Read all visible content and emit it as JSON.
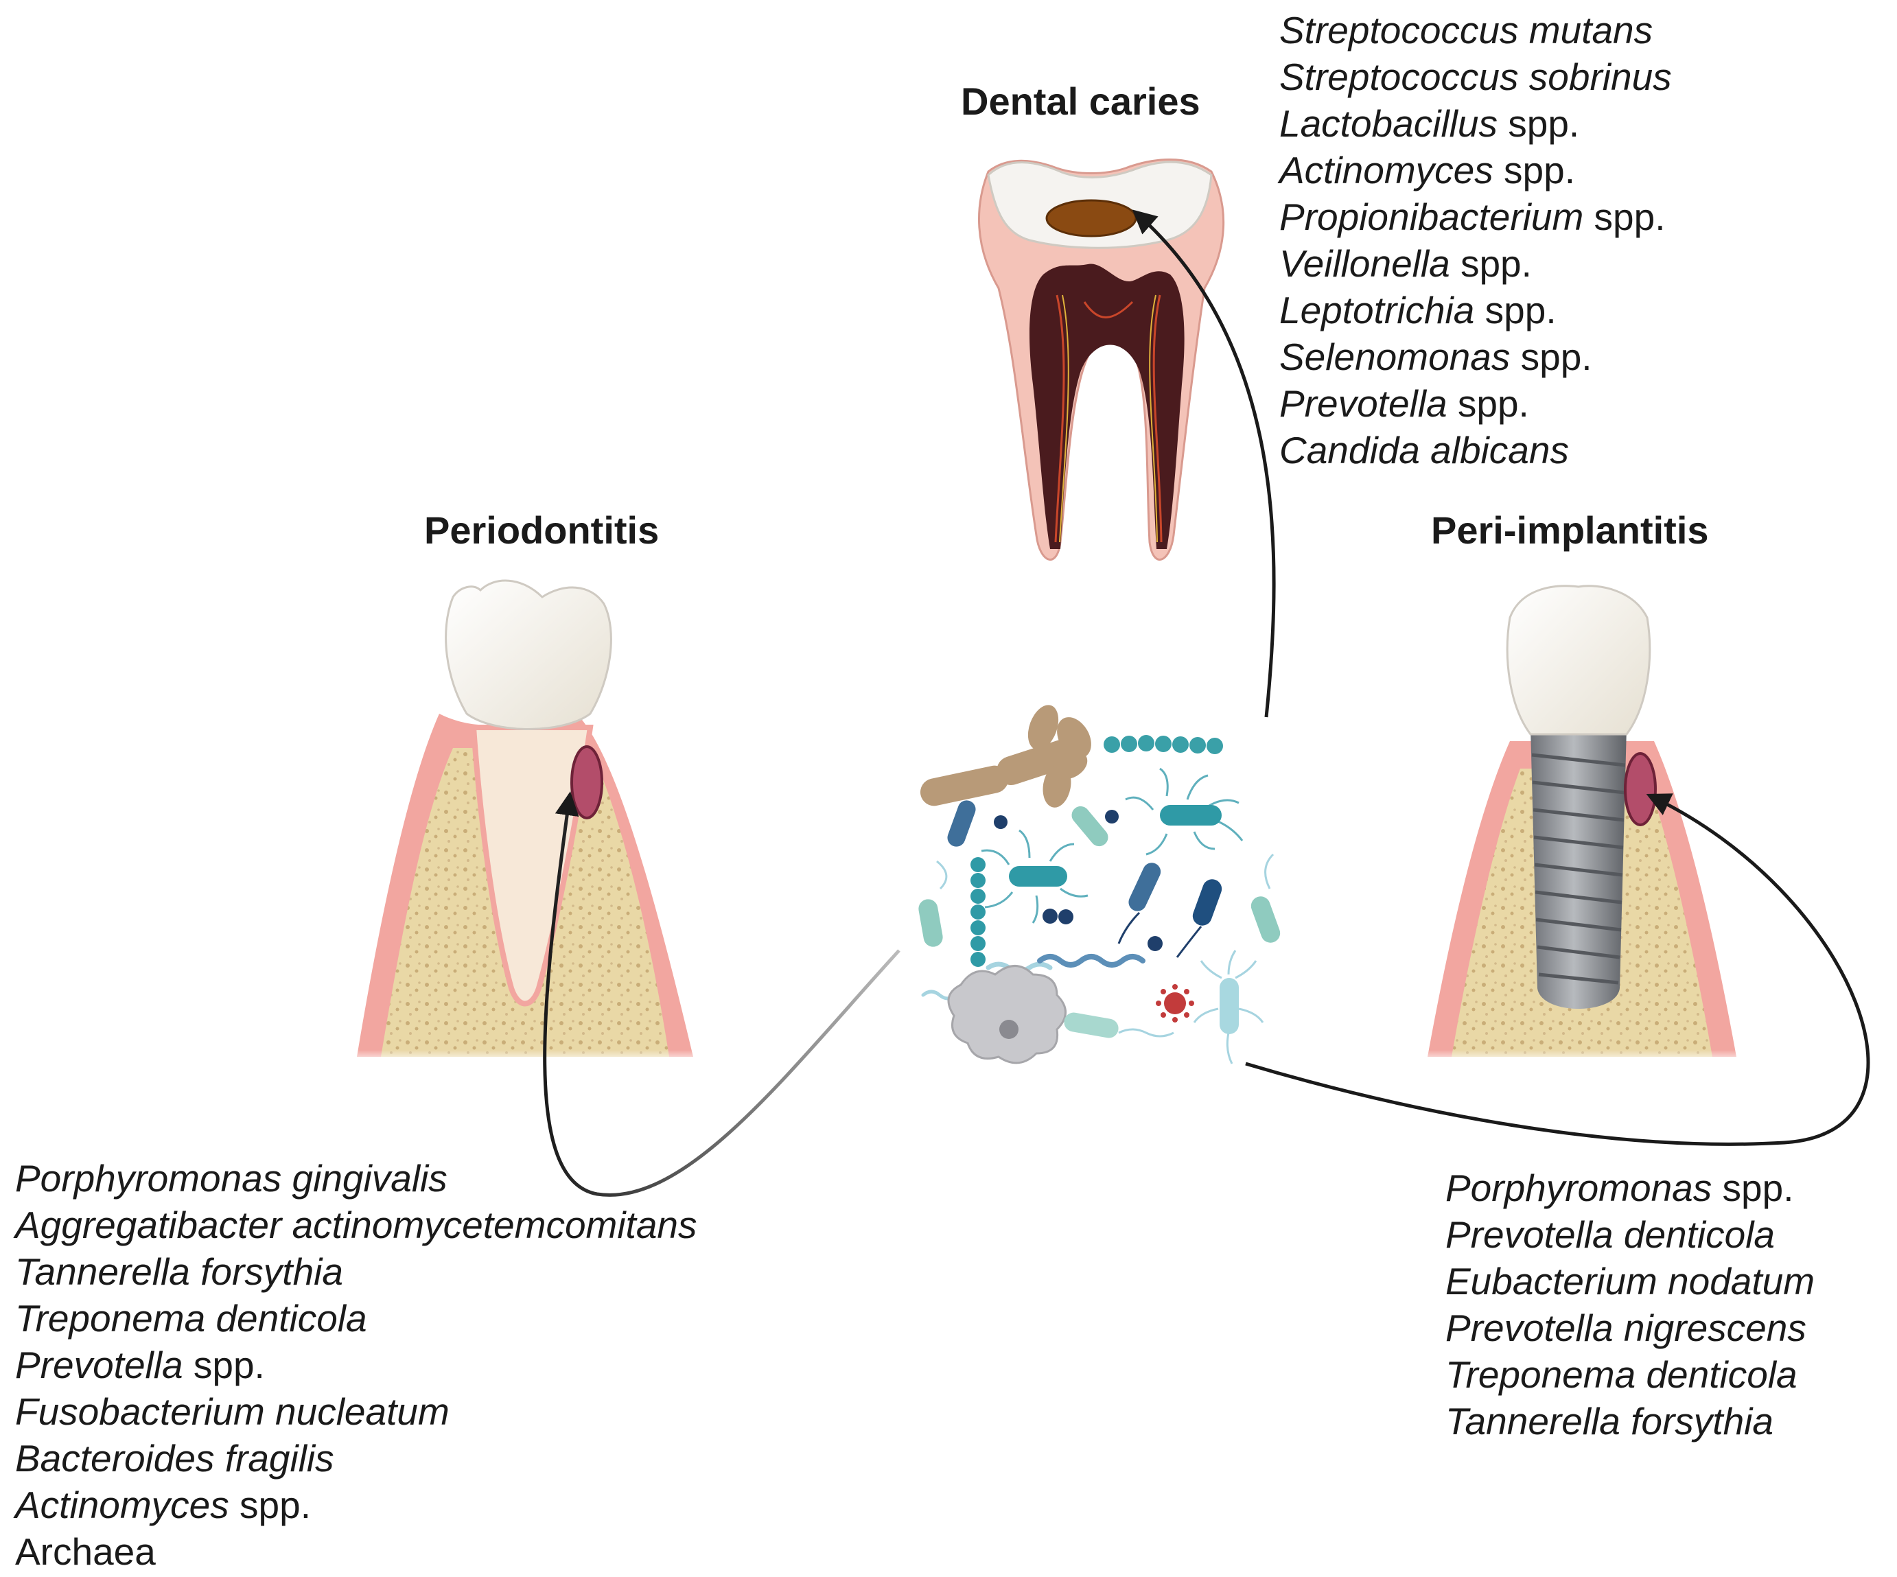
{
  "caries": {
    "title": "Dental caries",
    "species": [
      {
        "name": "Streptococcus mutans",
        "suffix": ""
      },
      {
        "name": "Streptococcus sobrinus",
        "suffix": ""
      },
      {
        "name": "Lactobacillus",
        "suffix": " spp."
      },
      {
        "name": "Actinomyces",
        "suffix": " spp."
      },
      {
        "name": "Propionibacterium",
        "suffix": " spp."
      },
      {
        "name": "Veillonella",
        "suffix": " spp."
      },
      {
        "name": "Leptotrichia",
        "suffix": " spp."
      },
      {
        "name": "Selenomonas",
        "suffix": " spp."
      },
      {
        "name": "Prevotella",
        "suffix": " spp."
      },
      {
        "name": "Candida albicans",
        "suffix": ""
      }
    ]
  },
  "periodontitis": {
    "title": "Periodontitis",
    "species": [
      {
        "name": "Porphyromonas gingivalis",
        "suffix": ""
      },
      {
        "name": "Aggregatibacter actinomycetemcomitans",
        "suffix": ""
      },
      {
        "name": "Tannerella forsythia",
        "suffix": ""
      },
      {
        "name": "Treponema denticola",
        "suffix": ""
      },
      {
        "name": "Prevotella",
        "suffix": " spp."
      },
      {
        "name": "Fusobacterium nucleatum",
        "suffix": ""
      },
      {
        "name": "Bacteroides fragilis",
        "suffix": ""
      },
      {
        "name": "Actinomyces",
        "suffix": " spp."
      },
      {
        "name": "",
        "suffix": "Archaea"
      }
    ]
  },
  "periimplantitis": {
    "title": "Peri-implantitis",
    "species": [
      {
        "name": "Porphyromonas",
        "suffix": " spp."
      },
      {
        "name": "Prevotella denticola",
        "suffix": ""
      },
      {
        "name": "Eubacterium nodatum",
        "suffix": ""
      },
      {
        "name": "Prevotella nigrescens",
        "suffix": ""
      },
      {
        "name": "Treponema denticola",
        "suffix": ""
      },
      {
        "name": "Tannerella forsythia",
        "suffix": ""
      }
    ]
  },
  "colors": {
    "gum": "#f2a6a0",
    "bone": "#e8d6a4",
    "enamel": "#f7f7f5",
    "pulp": "#4a1b1e",
    "caries_lesion": "#8a4a12",
    "inflamed_site": "#b34d6a",
    "implant": "#8d9096",
    "arrow": "#1a1a1a"
  },
  "icons": [
    "tooth-caries-icon",
    "tooth-periodontitis-icon",
    "implant-icon",
    "microbiome-cluster-icon"
  ]
}
